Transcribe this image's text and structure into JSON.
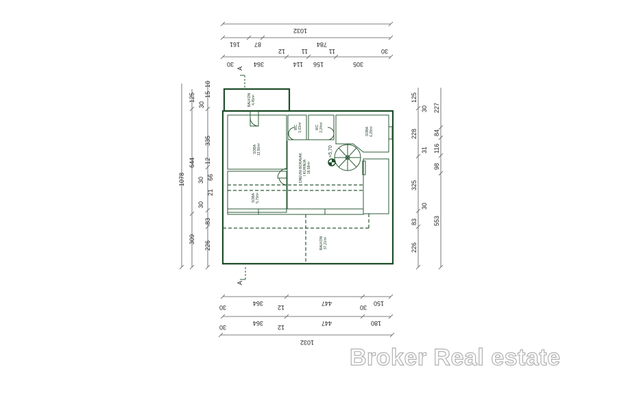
{
  "watermark": "Broker Real estate",
  "level": "+5,70",
  "section_marker": "A",
  "rooms": {
    "balkon_top": {
      "name": "BALKON",
      "area": "4,45m²"
    },
    "soba_left": {
      "name": "SOBA",
      "area": "12,50m²"
    },
    "wc1": {
      "name": "WC",
      "area": "1,63m²"
    },
    "wc2": {
      "name": "WC",
      "area": "2,24m²"
    },
    "soba_right": {
      "name": "SOBA",
      "area": "6,29m²"
    },
    "living": {
      "name": "DNEVNI BORAVAK",
      "name2": "I KUHINJA",
      "area": "18,58m²"
    },
    "soba_small": {
      "name": "SOBA",
      "area": "5,79m²"
    },
    "balkon_big": {
      "name": "BALKON",
      "area": "37,21m²"
    }
  },
  "dims": {
    "top_total": "1032",
    "top_row2": [
      "161",
      "87",
      "784"
    ],
    "top_row3": [
      "30",
      "364",
      "12",
      "114",
      "11",
      "156",
      "11",
      "305",
      "30"
    ],
    "bottom_row1": [
      "30",
      "364",
      "12",
      "447",
      "30",
      "150"
    ],
    "bottom_row2": [
      "30",
      "364",
      "12",
      "447",
      "180"
    ],
    "bottom_total": "1032",
    "left_total": "1078",
    "left_row2": [
      "125",
      "644",
      "309"
    ],
    "left_row3": [
      "10",
      "15",
      "30",
      "335",
      "12",
      "30",
      "66",
      "21",
      "30",
      "83",
      "226"
    ],
    "right_row1": [
      "125",
      "30",
      "228",
      "31",
      "325",
      "30",
      "83",
      "226"
    ],
    "right_row2": [
      "227",
      "84",
      "116",
      "98",
      "553"
    ]
  }
}
